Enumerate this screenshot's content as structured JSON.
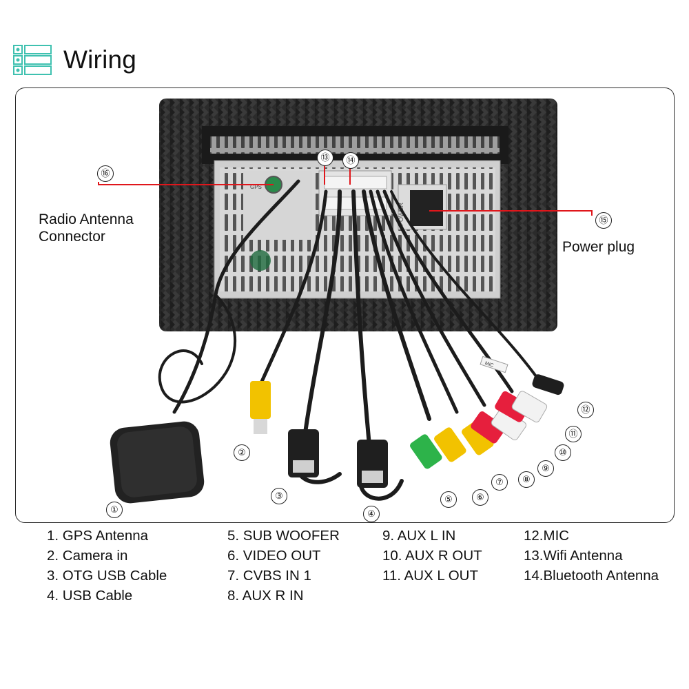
{
  "header": {
    "title": "Wiring",
    "icon": "list-icon",
    "accent": "#3fc1b0"
  },
  "diagram": {
    "callouts": [
      {
        "num": "①",
        "id": "1"
      },
      {
        "num": "②",
        "id": "2"
      },
      {
        "num": "③",
        "id": "3"
      },
      {
        "num": "④",
        "id": "4"
      },
      {
        "num": "⑤",
        "id": "5"
      },
      {
        "num": "⑥",
        "id": "6"
      },
      {
        "num": "⑦",
        "id": "7"
      },
      {
        "num": "⑧",
        "id": "8"
      },
      {
        "num": "⑨",
        "id": "9"
      },
      {
        "num": "⑩",
        "id": "10"
      },
      {
        "num": "⑪",
        "id": "11"
      },
      {
        "num": "⑫",
        "id": "12"
      },
      {
        "num": "⑬",
        "id": "13"
      },
      {
        "num": "⑭",
        "id": "14"
      },
      {
        "num": "⑮",
        "id": "15"
      },
      {
        "num": "⑯",
        "id": "16"
      }
    ],
    "radio_antenna_label": [
      "Radio Antenna",
      "Connector"
    ],
    "power_plug_label": "Power plug",
    "panel_text_gps": "GPS",
    "panel_text_power": "POWER",
    "tag_mic": "MIC",
    "pointer_color": "#e0161b",
    "rca_colors": {
      "green": "#2db34a",
      "yellow": "#f2c200",
      "red": "#e61f3d",
      "white": "#f2f2f2"
    }
  },
  "legend": {
    "col1": [
      "1. GPS Antenna",
      "2. Camera in",
      "3. OTG USB Cable",
      "4. USB Cable"
    ],
    "col2": [
      "5. SUB WOOFER",
      "6. VIDEO OUT",
      "7. CVBS IN 1",
      "8. AUX R IN"
    ],
    "col3": [
      "9. AUX L IN",
      "10. AUX R OUT",
      "11. AUX L OUT"
    ],
    "col4": [
      "12.MIC",
      "13.Wifi Antenna",
      "14.Bluetooth Antenna"
    ]
  }
}
